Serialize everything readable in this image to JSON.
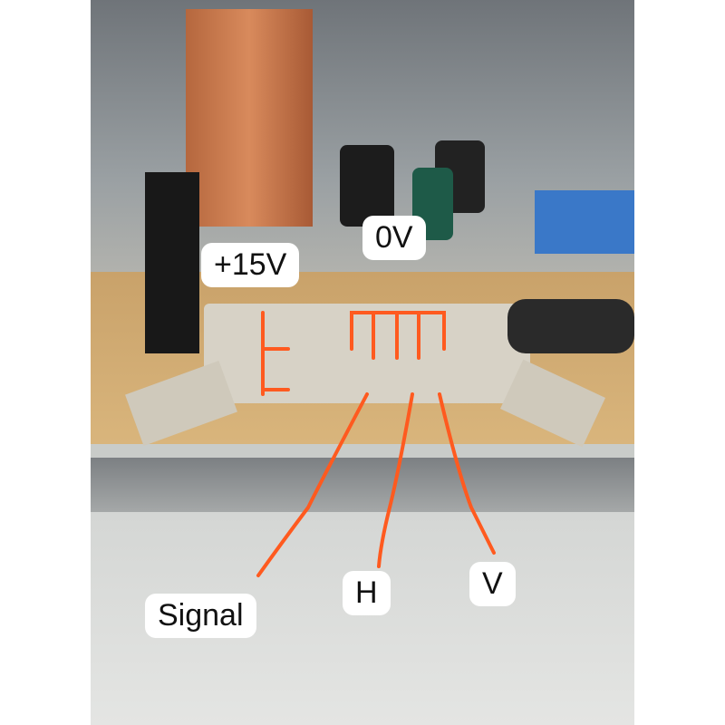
{
  "annotations": {
    "plus15v": "+15V",
    "zero_v": "0V",
    "signal": "Signal",
    "h": "H",
    "v": "V"
  },
  "colors": {
    "annotation_line": "#ff5a1f",
    "label_bg": "#ffffff"
  }
}
